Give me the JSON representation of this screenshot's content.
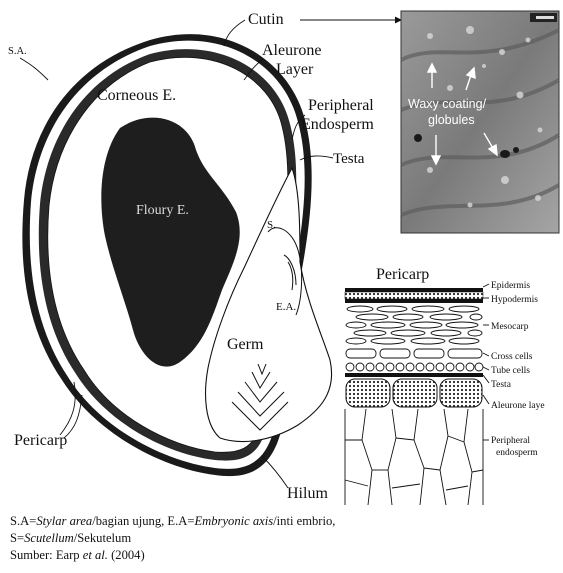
{
  "seed_labels": {
    "cutin": "Cutin",
    "stylar_area": "S.A.",
    "aleurone_layer": [
      "Aleurone",
      "Layer"
    ],
    "corneous_endosperm": "Corneous E.",
    "peripheral_endosperm": [
      "Peripheral",
      "Endosperm"
    ],
    "testa": "Testa",
    "floury_endosperm": "Floury E.",
    "scutellum": "S.",
    "embryonic_axis": "E.A.",
    "germ": "Germ",
    "pericarp": "Pericarp",
    "hilum": "Hilum"
  },
  "micrograph": {
    "label": [
      "Waxy coating/",
      "globules"
    ]
  },
  "pericarp_detail": {
    "title": "Pericarp",
    "layers": [
      "Epidermis",
      "Hypodermis",
      "Mesocarp",
      "Cross cells",
      "Tube cells",
      "Testa",
      "Aleurone laye",
      "Peripheral",
      "endosperm"
    ]
  },
  "caption": {
    "line1_a": "S.A=",
    "line1_b": "Stylar area",
    "line1_c": "/bagian ujung, E.A=",
    "line1_d": "Embryonic axis",
    "line1_e": "/inti embrio,",
    "line2_a": "S=",
    "line2_b": "Scutellum",
    "line2_c": "/Sekutelum",
    "line3_a": "Sumber: Earp ",
    "line3_b": "et al.",
    "line3_c": " (2004)"
  },
  "colors": {
    "ink": "#111111",
    "micrograph_bg": "#8a8a8a"
  }
}
